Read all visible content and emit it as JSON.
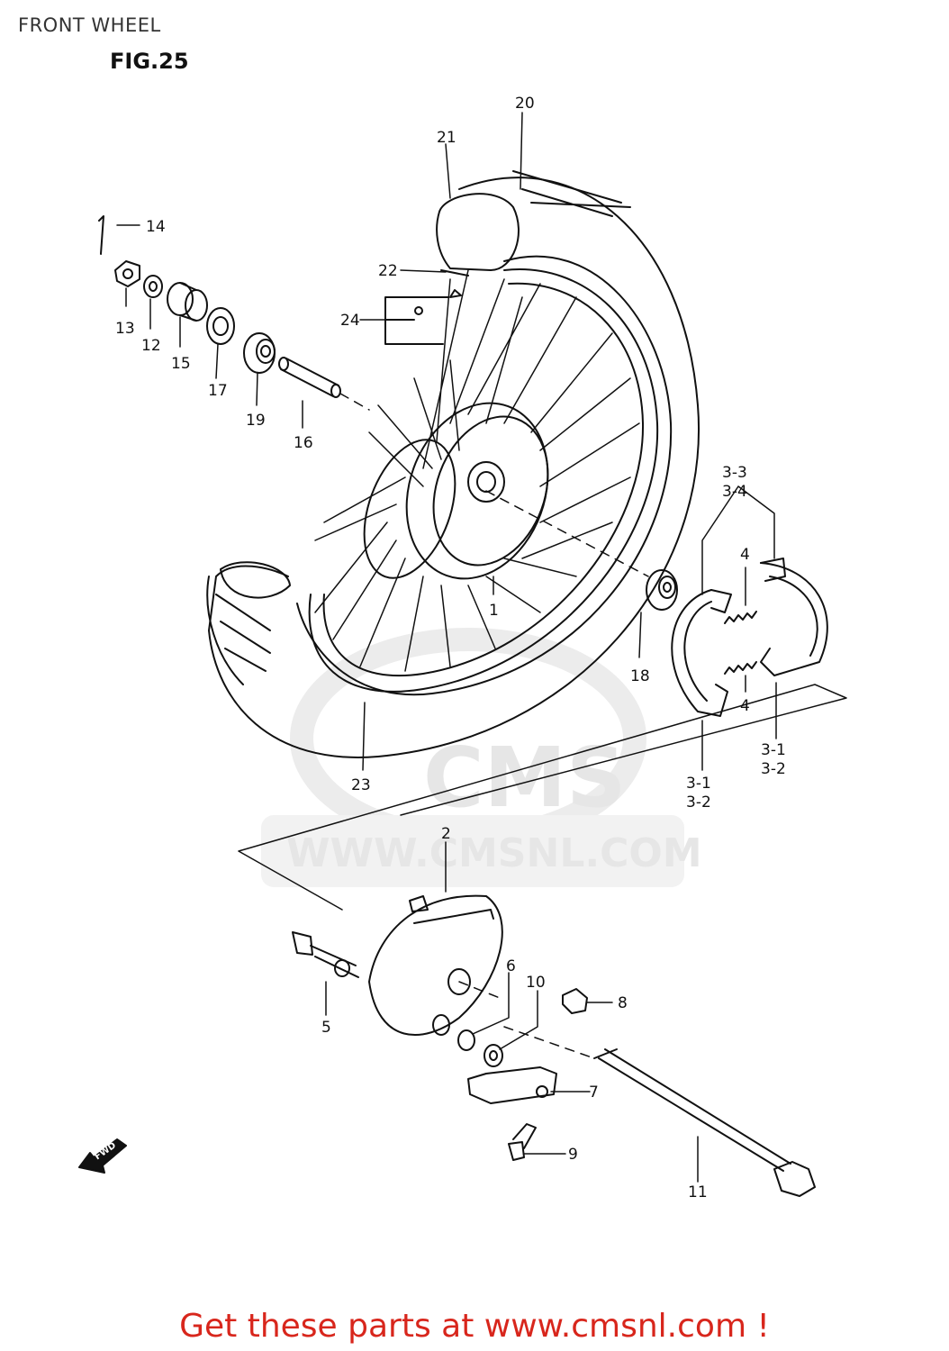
{
  "header": {
    "title": "FRONT WHEEL",
    "figure": "FIG.25"
  },
  "watermark": {
    "logo": "CMS",
    "url": "WWW.CMSNL.COM"
  },
  "fwd_marker": "FWD",
  "callouts": {
    "c1": "1",
    "c2": "2",
    "c3_1a": "3-1",
    "c3_2a": "3-2",
    "c3_1b": "3-1",
    "c3_2b": "3-2",
    "c3_3": "3-3",
    "c3_4": "3-4",
    "c4a": "4",
    "c4b": "4",
    "c5": "5",
    "c6": "6",
    "c7": "7",
    "c8": "8",
    "c9": "9",
    "c10": "10",
    "c11": "11",
    "c12": "12",
    "c13": "13",
    "c14": "14",
    "c15": "15",
    "c16": "16",
    "c17": "17",
    "c18": "18",
    "c19": "19",
    "c20": "20",
    "c21": "21",
    "c22": "22",
    "c23": "23",
    "c24": "24"
  },
  "footer": {
    "text": "Get these parts at www.cmsnl.com !"
  },
  "colors": {
    "line": "#111111",
    "footer": "#d8261c",
    "watermark": "#e6e6e6"
  }
}
